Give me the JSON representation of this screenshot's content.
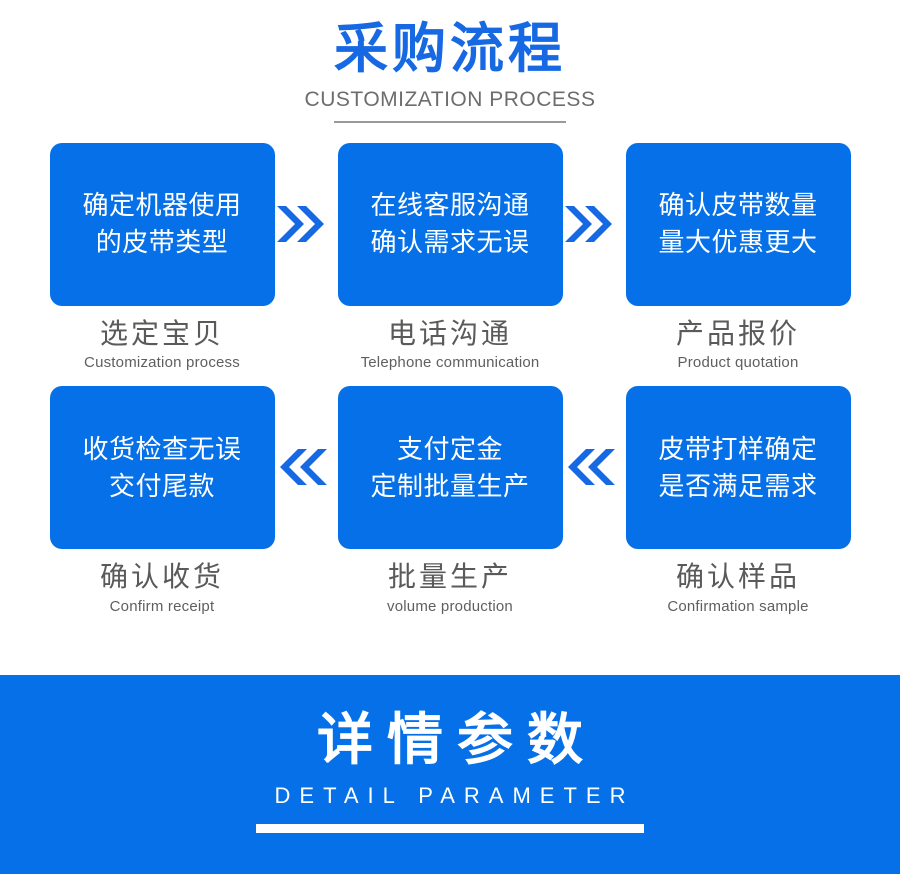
{
  "header": {
    "title_cn": "采购流程",
    "title_en": "CUSTOMIZATION PROCESS"
  },
  "flow": {
    "rows": [
      {
        "direction": "right",
        "arrow_icon": "double-chevron-right-icon",
        "steps": [
          {
            "card_line1": "确定机器使用",
            "card_line2": "的皮带类型",
            "label_cn": "选定宝贝",
            "label_en": "Customization process"
          },
          {
            "card_line1": "在线客服沟通",
            "card_line2": "确认需求无误",
            "label_cn": "电话沟通",
            "label_en": "Telephone communication"
          },
          {
            "card_line1": "确认皮带数量",
            "card_line2": "量大优惠更大",
            "label_cn": "产品报价",
            "label_en": "Product quotation"
          }
        ]
      },
      {
        "direction": "left",
        "arrow_icon": "double-chevron-left-icon",
        "steps": [
          {
            "card_line1": "收货检查无误",
            "card_line2": "交付尾款",
            "label_cn": "确认收货",
            "label_en": "Confirm receipt"
          },
          {
            "card_line1": "支付定金",
            "card_line2": "定制批量生产",
            "label_cn": "批量生产",
            "label_en": "volume production"
          },
          {
            "card_line1": "皮带打样确定",
            "card_line2": "是否满足需求",
            "label_cn": "确认样品",
            "label_en": "Confirmation sample"
          }
        ]
      }
    ]
  },
  "banner": {
    "title_cn": "详情参数",
    "title_en": "DETAIL PARAMETER"
  },
  "colors": {
    "brand_blue": "#0670e8",
    "title_blue": "#1668e3",
    "label_gray": "#5a5a5a",
    "rule_gray": "#9a9a9a",
    "white": "#ffffff"
  }
}
